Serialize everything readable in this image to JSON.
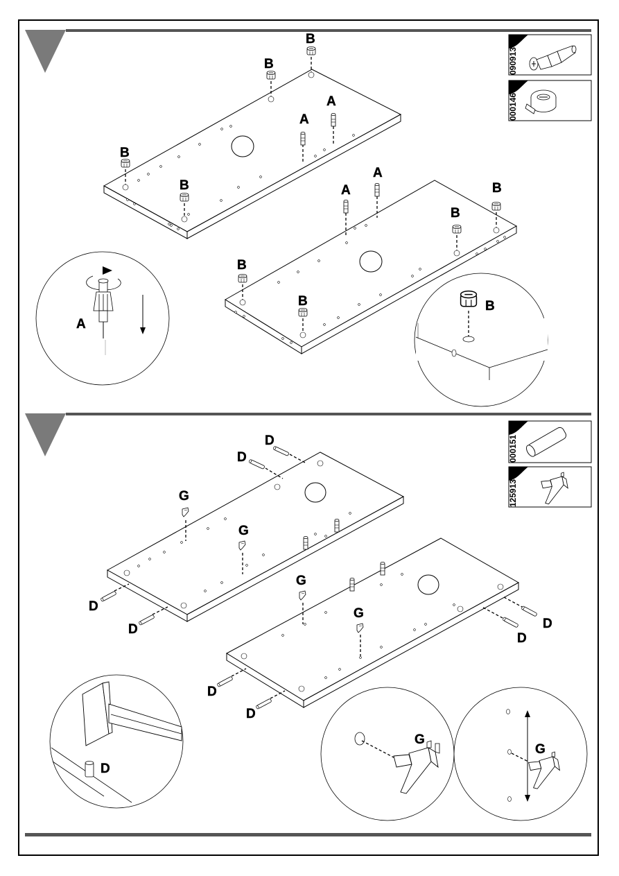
{
  "parts": {
    "cam_bolt_code": "090913",
    "cam_lock_code": "000146",
    "dowel_code": "000151",
    "shelf_support_code": "125913"
  },
  "labels": {
    "cam_bolt": "A",
    "cam_lock": "B",
    "dowel": "D",
    "shelf_support": "G"
  }
}
